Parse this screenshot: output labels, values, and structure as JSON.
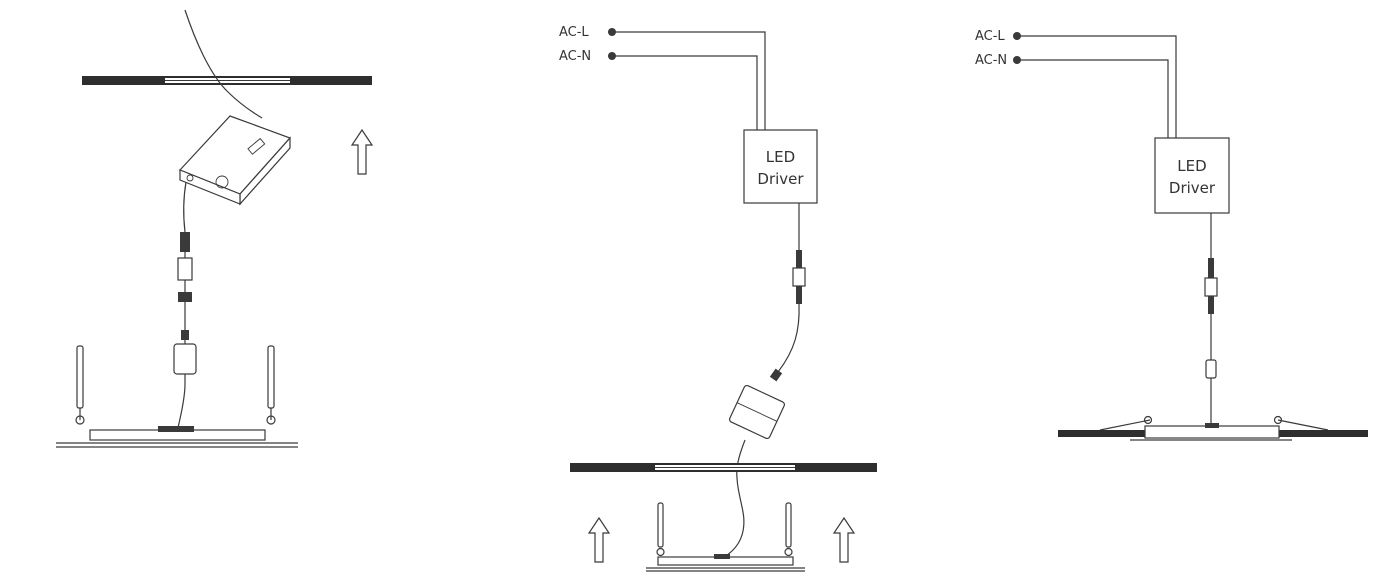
{
  "panels": [
    {
      "id": "junction-box-install"
    },
    {
      "id": "remote-driver-wiring",
      "ac_l": "AC-L",
      "ac_n": "AC-N",
      "driver_line1": "LED",
      "driver_line2": "Driver"
    },
    {
      "id": "flush-mount-wiring",
      "ac_l": "AC-L",
      "ac_n": "AC-N",
      "driver_line1": "LED",
      "driver_line2": "Driver"
    }
  ],
  "colors": {
    "line": "#3a3a3a",
    "fill": "#ffffff",
    "text": "#333333"
  }
}
